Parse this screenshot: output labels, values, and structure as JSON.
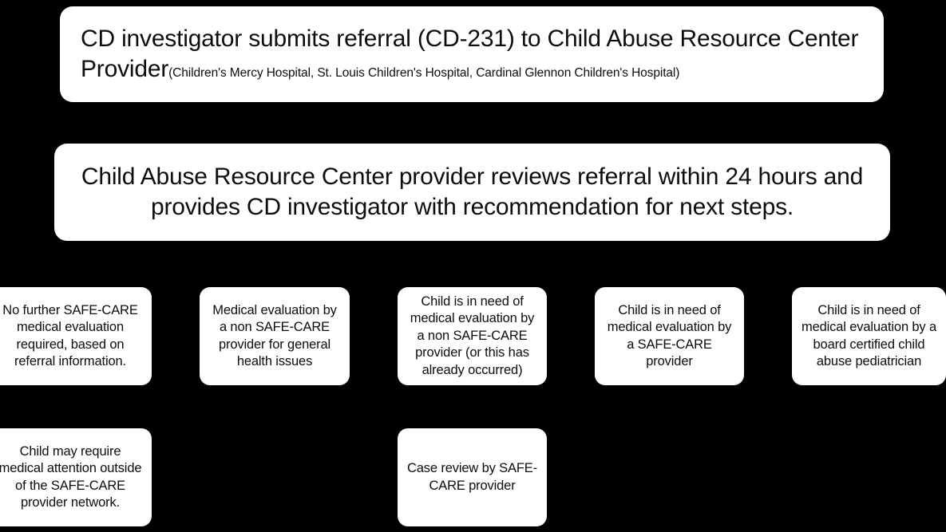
{
  "diagram": {
    "title": "SAFE-CARE Child Abuse Resource Center referral flow",
    "background_color": "#000000",
    "node_fill_color": "#ffffff",
    "node_text_color": "#0d0d0d"
  },
  "steps": {
    "referral_submit": {
      "main": "CD investigator submits referral (CD-231) to Child Abuse Resource Center Provider",
      "sub": "(Children's Mercy Hospital, St. Louis Children's Hospital, Cardinal Glennon Children's Hospital)"
    },
    "referral_review": {
      "text": "Child Abuse Resource Center provider reviews referral within 24 hours and provides CD investigator with recommendation for next steps."
    }
  },
  "outcomes": [
    {
      "id": "no-further-eval",
      "text": "No further SAFE-CARE medical evaluation required, based on referral information."
    },
    {
      "id": "non-safecare-general",
      "text": "Medical evaluation by a non SAFE-CARE provider for general health issues"
    },
    {
      "id": "need-non-safecare",
      "text": "Child is in need of medical evaluation by a non SAFE-CARE provider (or this has already occurred)"
    },
    {
      "id": "need-safecare",
      "text": "Child is in need of medical evaluation by a SAFE-CARE provider"
    },
    {
      "id": "need-cap",
      "text": "Child is in need of medical evaluation by a board certified child abuse pediatrician"
    }
  ],
  "follow_ups": [
    {
      "id": "outside-network",
      "text": "Child may require medical attention outside of the SAFE-CARE provider network."
    },
    {
      "id": "case-review",
      "text": "Case review by SAFE-CARE provider"
    }
  ]
}
